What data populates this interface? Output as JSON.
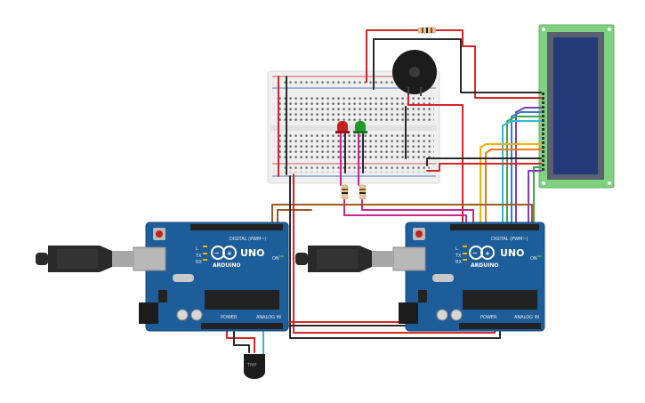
{
  "boards": {
    "left": {
      "model": "UNO",
      "brand": "ARDUINO",
      "header_digital": "DIGITAL (PWM~)",
      "header_power": "POWER",
      "header_analog": "ANALOG IN",
      "led_tx": "TX",
      "led_rx": "RX",
      "led_l": "L",
      "led_on": "ON"
    },
    "right": {
      "model": "UNO",
      "brand": "ARDUINO",
      "header_digital": "DIGITAL (PWM~)",
      "header_power": "POWER",
      "header_analog": "ANALOG IN",
      "led_tx": "TX",
      "led_rx": "RX",
      "led_l": "L",
      "led_on": "ON"
    }
  },
  "colors": {
    "board": "#1d5d99",
    "board_edge": "#174c7e",
    "breadboard": "#eeeeee",
    "lcd_frame": "#7fd17f",
    "lcd_screen": "#223a78",
    "wire_red": "#d6262b",
    "wire_black": "#2a2a2a",
    "wire_brown": "#9a5a2a",
    "wire_magenta": "#c2288f",
    "wire_yellow": "#f2b400",
    "wire_orange": "#ee7a10",
    "wire_green": "#3aa94a",
    "wire_blue": "#2d7fd3",
    "wire_purple": "#7a3fb0",
    "wire_cyan": "#38b6d8",
    "led_red": "#c62020",
    "led_green": "#1f9a2a"
  },
  "icons": {
    "usb": "usb-cable-icon",
    "buzzer": "piezo-buzzer-icon",
    "sensor": "temperature-sensor-icon"
  }
}
